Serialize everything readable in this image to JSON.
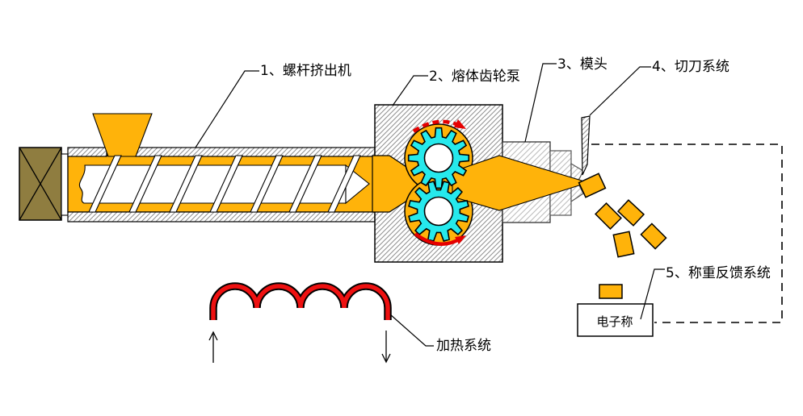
{
  "labels": {
    "extruder": "1、螺杆挤出机",
    "gear_pump": "2、熔体齿轮泵",
    "die_head": "3、模头",
    "cutter": "4、切刀系统",
    "weighing_system": "5、称重反馈系统",
    "heating_system": "加热系统",
    "electronic_scale": "电子称"
  },
  "colors": {
    "melt": "#FFB30A",
    "motor": "#8F7D40",
    "gear": "#26E9EC",
    "rotation_arrow": "#E60000",
    "heater": "#EE1111"
  }
}
